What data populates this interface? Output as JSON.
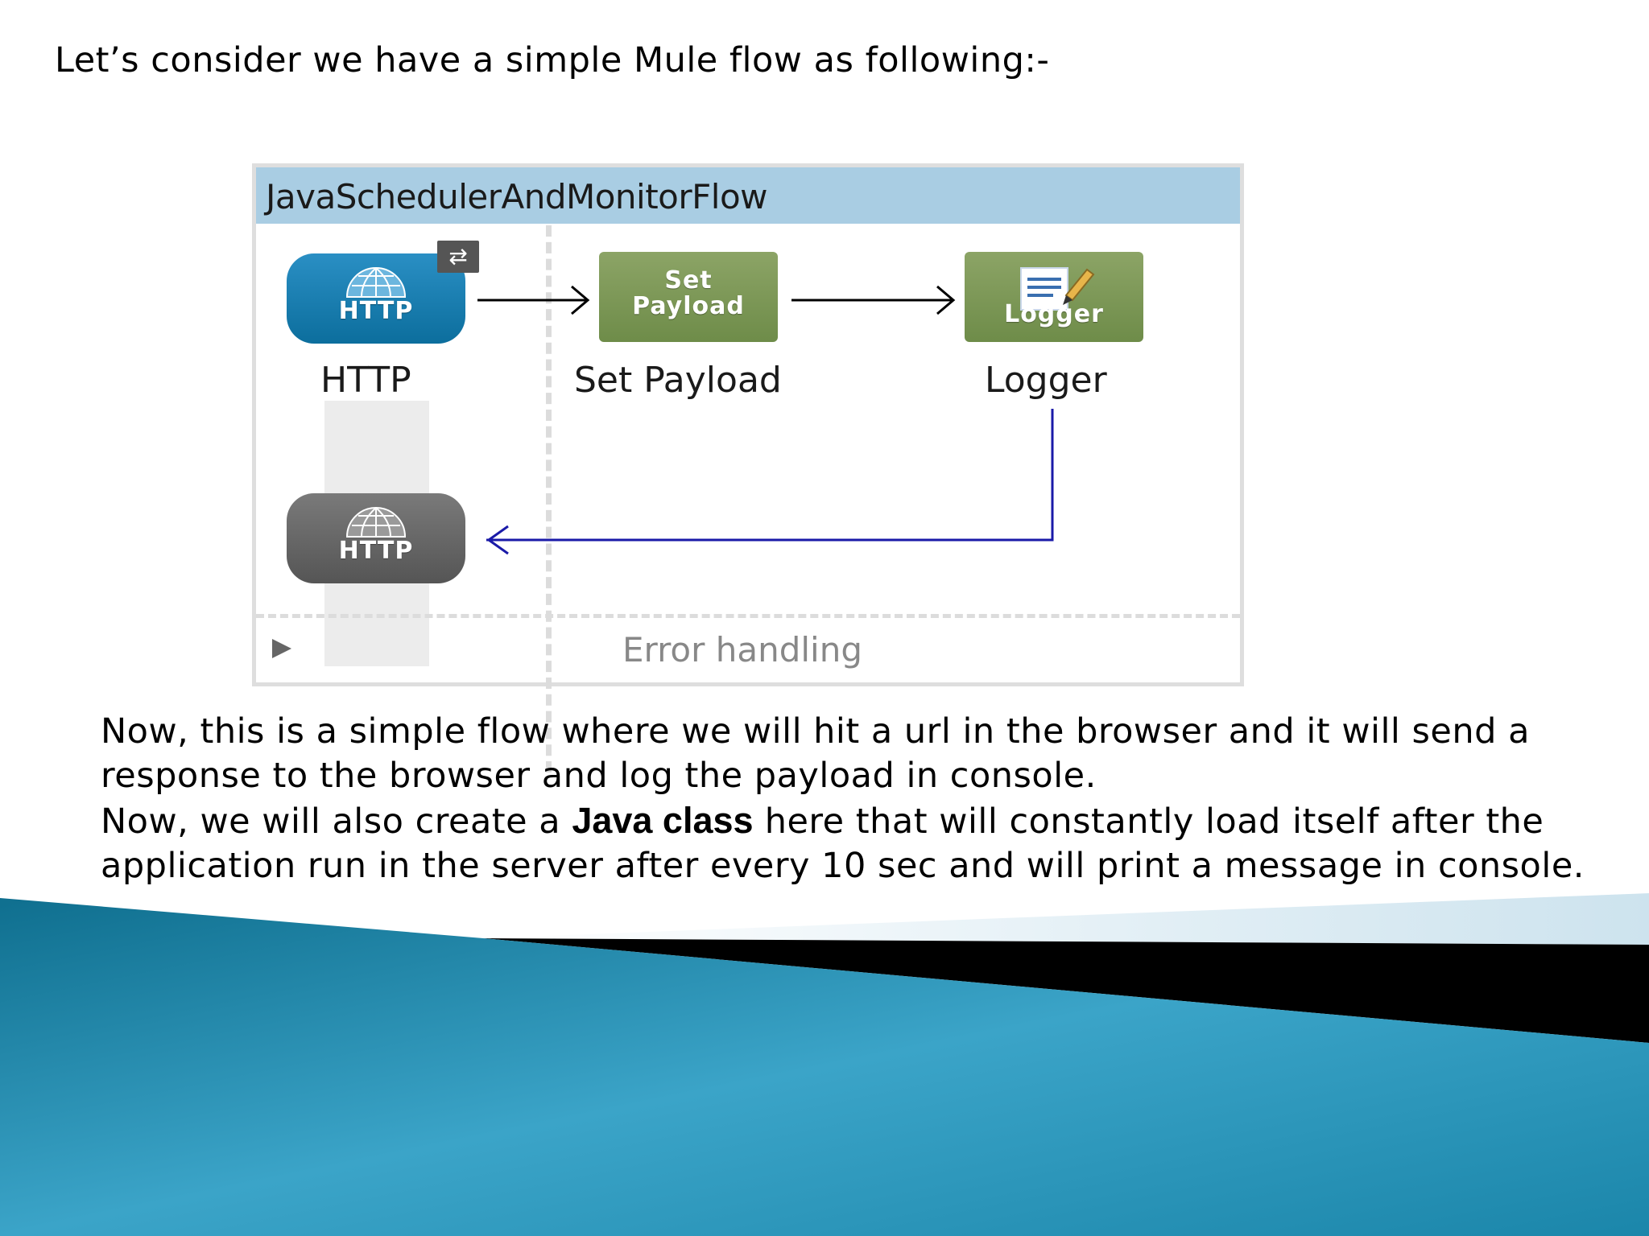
{
  "slide": {
    "intro": "Let’s consider we have a simple Mule flow as following:-",
    "paragraph1_line1": "Now, this is a simple flow where we will hit a url in the browser and it will send a",
    "paragraph1_line2": "response to the browser and log the payload in console.",
    "paragraph2_prefix": "Now, we will also create a ",
    "paragraph2_emphasis": "Java class",
    "paragraph2_suffix": " here that will constantly load itself after the",
    "paragraph2_line2": "application run in the server after every 10 sec and will print a message in console."
  },
  "flow": {
    "title": "JavaSchedulerAndMonitorFlow",
    "processors": [
      {
        "tag": "HTTP",
        "label": "HTTP",
        "icon": "globe-icon"
      },
      {
        "tag_line1": "Set",
        "tag_line2": "Payload",
        "label": "Set Payload"
      },
      {
        "tag": "Logger",
        "label": "Logger",
        "icon": "document-pencil-icon"
      }
    ],
    "response_tag": "HTTP",
    "exchange_icon": "exchange-arrows-icon",
    "error_handling": "Error handling",
    "colors": {
      "header": "#a9cde3",
      "http_source": "#1a7fb3",
      "processor": "#7a9855",
      "response": "#666666",
      "response_line": "#1a1aa8"
    }
  }
}
